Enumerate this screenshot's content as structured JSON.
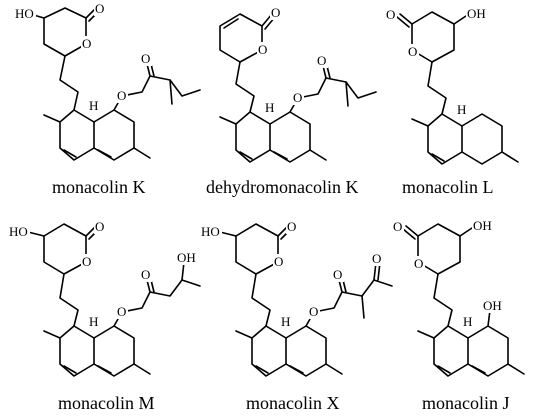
{
  "diagram": {
    "compounds": [
      {
        "id": "monacolin-k",
        "caption": "monacolin K",
        "labels": {
          "hydroxyl": "HO",
          "ring_o": "O",
          "carbonyl_o": "O",
          "bridge_h": "H",
          "ester_o": "O",
          "ester_co": "O"
        }
      },
      {
        "id": "dehydromonacolin-k",
        "caption": "dehydromonacolin K",
        "labels": {
          "ring_o": "O",
          "carbonyl_o": "O",
          "bridge_h": "H",
          "ester_o": "O",
          "ester_co": "O"
        }
      },
      {
        "id": "monacolin-l",
        "caption": "monacolin L",
        "labels": {
          "hydroxyl": "OH",
          "ring_o": "O",
          "carbonyl_o": "O",
          "bridge_h": "H"
        }
      },
      {
        "id": "monacolin-m",
        "caption": "monacolin M",
        "labels": {
          "hydroxyl": "HO",
          "ring_o": "O",
          "carbonyl_o": "O",
          "bridge_h": "H",
          "ester_o": "O",
          "ester_co": "O",
          "side_oh": "OH"
        }
      },
      {
        "id": "monacolin-x",
        "caption": "monacolin X",
        "labels": {
          "hydroxyl": "HO",
          "ring_o": "O",
          "carbonyl_o": "O",
          "bridge_h": "H",
          "ester_o": "O",
          "ester_co": "O",
          "keto_o": "O"
        }
      },
      {
        "id": "monacolin-j",
        "caption": "monacolin J",
        "labels": {
          "hydroxyl": "OH",
          "ring_o": "O",
          "carbonyl_o": "O",
          "bridge_h": "H",
          "ring_oh": "OH"
        }
      }
    ]
  }
}
